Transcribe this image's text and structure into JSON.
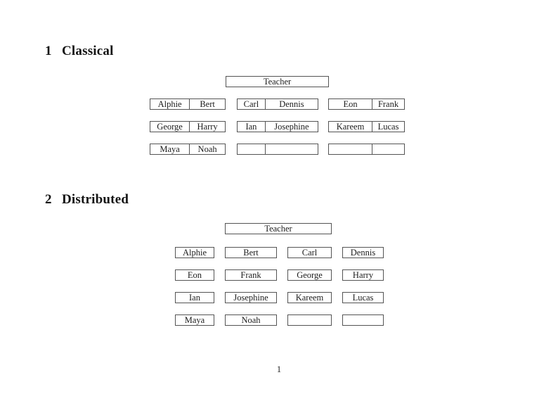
{
  "sections": {
    "classical": {
      "number": "1",
      "title": "Classical",
      "teacher_label": "Teacher",
      "desks": [
        {
          "left": "Alphie",
          "right": "Bert"
        },
        {
          "left": "Carl",
          "right": "Dennis"
        },
        {
          "left": "Eon",
          "right": "Frank"
        },
        {
          "left": "George",
          "right": "Harry"
        },
        {
          "left": "Ian",
          "right": "Josephine"
        },
        {
          "left": "Kareem",
          "right": "Lucas"
        },
        {
          "left": "Maya",
          "right": "Noah"
        },
        {
          "left": "",
          "right": ""
        },
        {
          "left": "",
          "right": ""
        }
      ]
    },
    "distributed": {
      "number": "2",
      "title": "Distributed",
      "teacher_label": "Teacher",
      "seats": [
        "Alphie",
        "Bert",
        "Carl",
        "Dennis",
        "Eon",
        "Frank",
        "George",
        "Harry",
        "Ian",
        "Josephine",
        "Kareem",
        "Lucas",
        "Maya",
        "Noah",
        "",
        ""
      ]
    }
  },
  "footer": {
    "page_number": "1"
  }
}
